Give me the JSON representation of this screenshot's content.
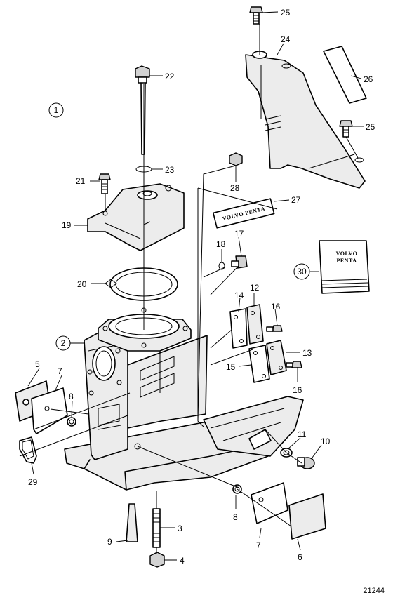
{
  "diagram": {
    "drawing_number": "21244",
    "circled_labels": [
      "1",
      "2",
      "30"
    ],
    "decal_text": "VOLVO PENTA",
    "manual_text_line1": "VOLVO",
    "manual_text_line2": "PENTA",
    "callouts": {
      "p3": "3",
      "p4": "4",
      "p5": "5",
      "p6": "6",
      "p7a": "7",
      "p7b": "7",
      "p8a": "8",
      "p8b": "8",
      "p9": "9",
      "p10": "10",
      "p11": "11",
      "p12": "12",
      "p13": "13",
      "p14": "14",
      "p15": "15",
      "p16a": "16",
      "p16b": "16",
      "p17": "17",
      "p18": "18",
      "p19": "19",
      "p20": "20",
      "p21": "21",
      "p22": "22",
      "p23": "23",
      "p24": "24",
      "p25a": "25",
      "p25b": "25",
      "p26": "26",
      "p27": "27",
      "p28": "28",
      "p29": "29"
    }
  }
}
